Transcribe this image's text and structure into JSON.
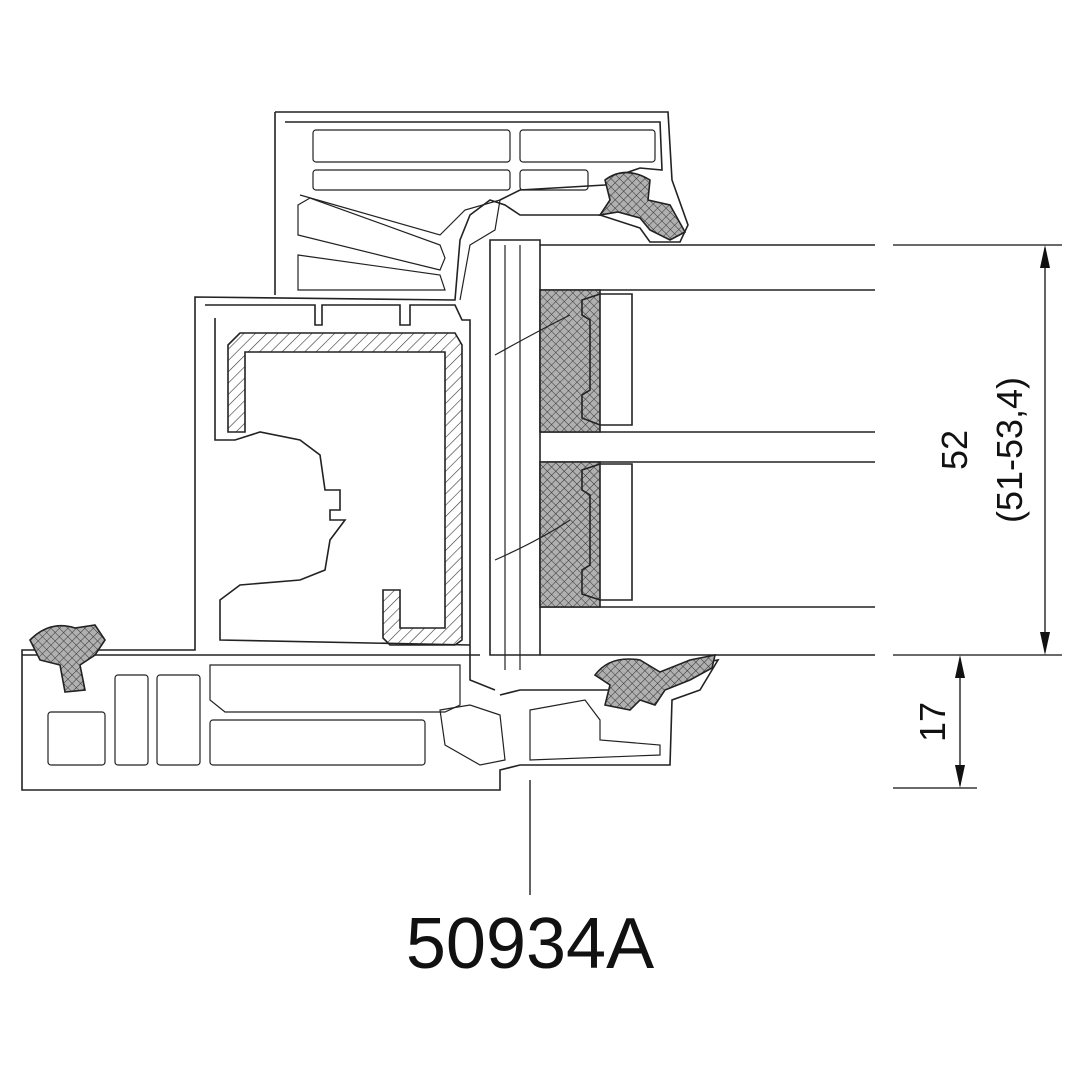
{
  "drawing": {
    "profile_code": "50934A",
    "glass_dimension": "52",
    "glass_dimension_range": "(51-53,4)",
    "bead_height_dimension": "17"
  },
  "colors": {
    "line": "#222222",
    "gasket_fill": "#8a8a8a",
    "background": "#ffffff"
  }
}
